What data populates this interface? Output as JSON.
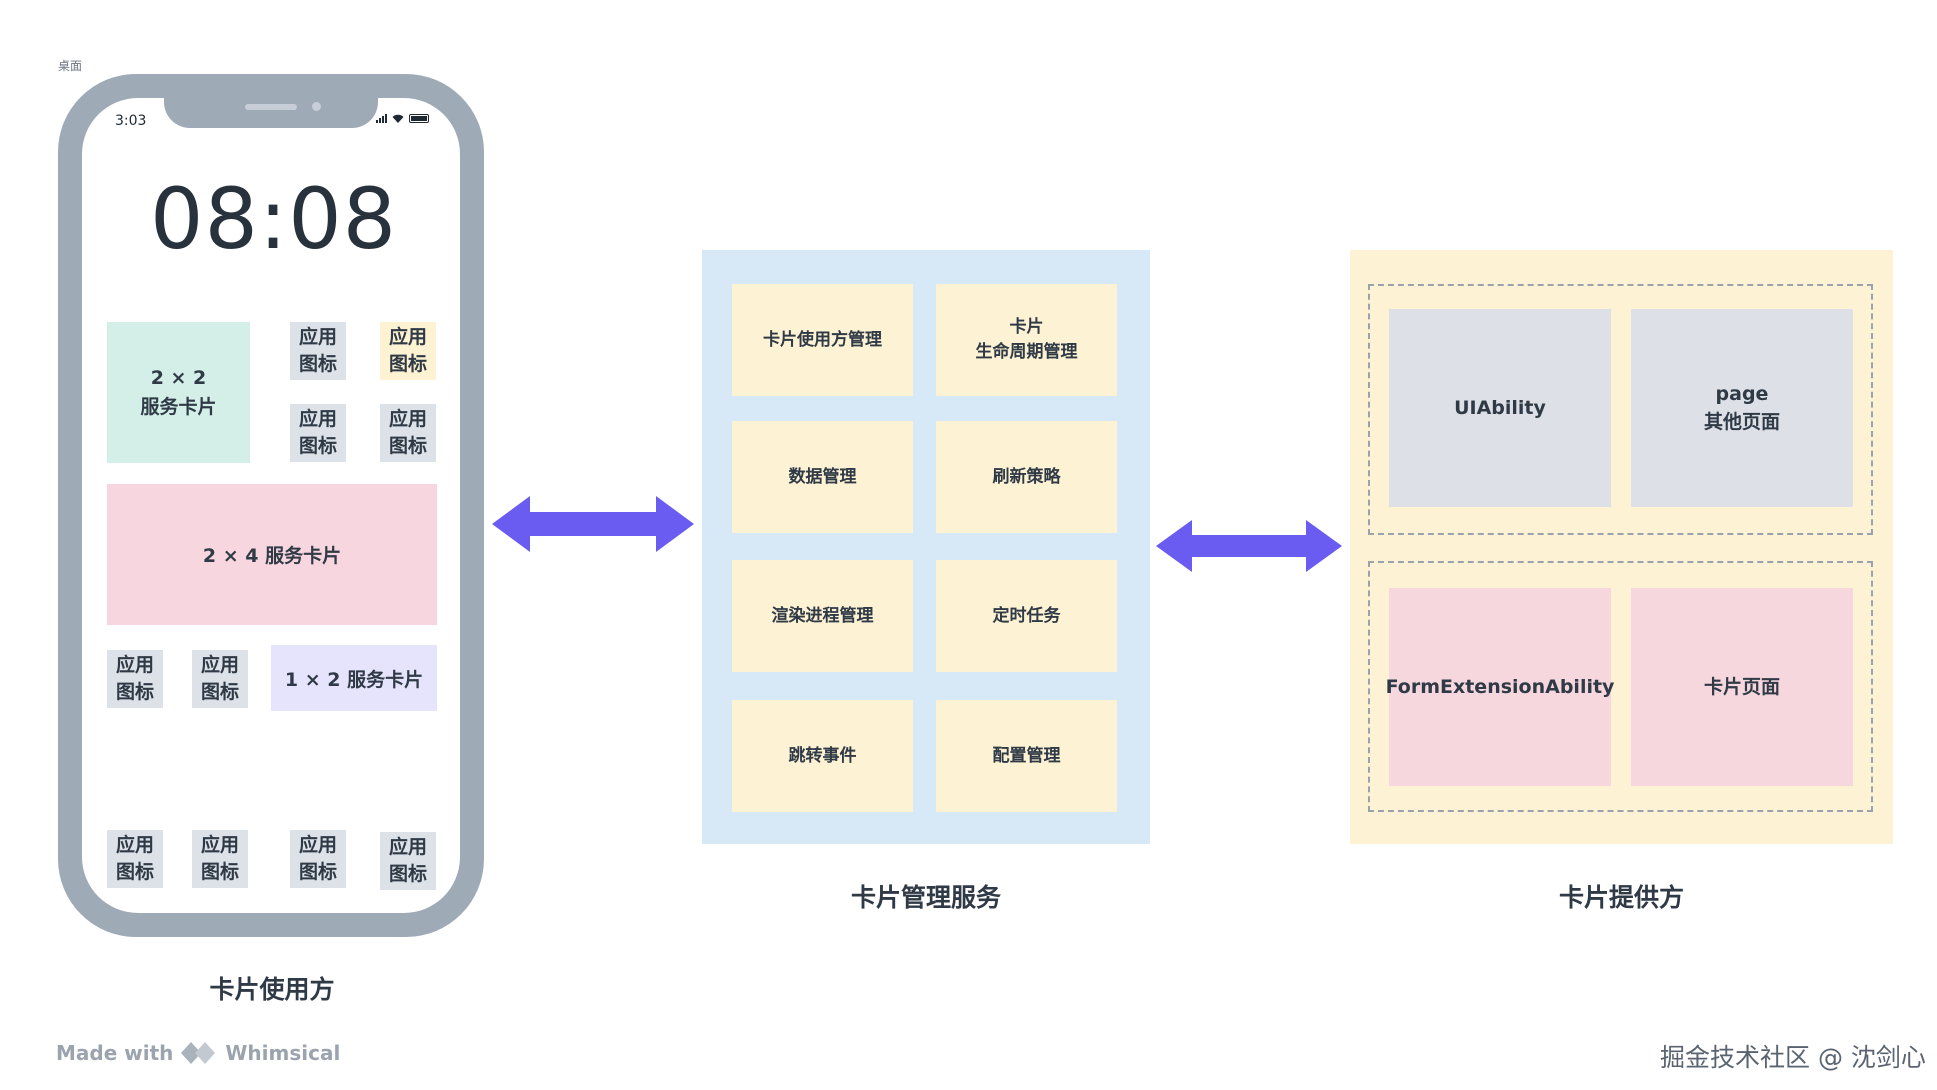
{
  "desktop_label": "桌面",
  "phone": {
    "status_time": "3:03",
    "clock": "08:08",
    "card_2x2": "2 × 2\n服务卡片",
    "card_2x4": "2 × 4 服务卡片",
    "card_1x2": "1 × 2 服务卡片",
    "app_icon_label": "应用\n图标",
    "caption": "卡片使用方"
  },
  "service": {
    "caption": "卡片管理服务",
    "items": [
      "卡片使用方管理",
      "卡片\n生命周期管理",
      "数据管理",
      "刷新策略",
      "渲染进程管理",
      "定时任务",
      "跳转事件",
      "配置管理"
    ]
  },
  "provider": {
    "caption": "卡片提供方",
    "items": [
      "UIAbility",
      "page\n其他页面",
      "FormExtensionAbility",
      "卡片页面"
    ]
  },
  "footer": {
    "made_with": "Made with",
    "brand": "Whimsical",
    "watermark": "掘金技术社区 @ 沈剑心"
  },
  "colors": {
    "arrow": "#6a5cf0",
    "phone_frame": "#9faab7",
    "service_bg": "#d7e8f6",
    "provider_bg": "#fdf2d4"
  }
}
